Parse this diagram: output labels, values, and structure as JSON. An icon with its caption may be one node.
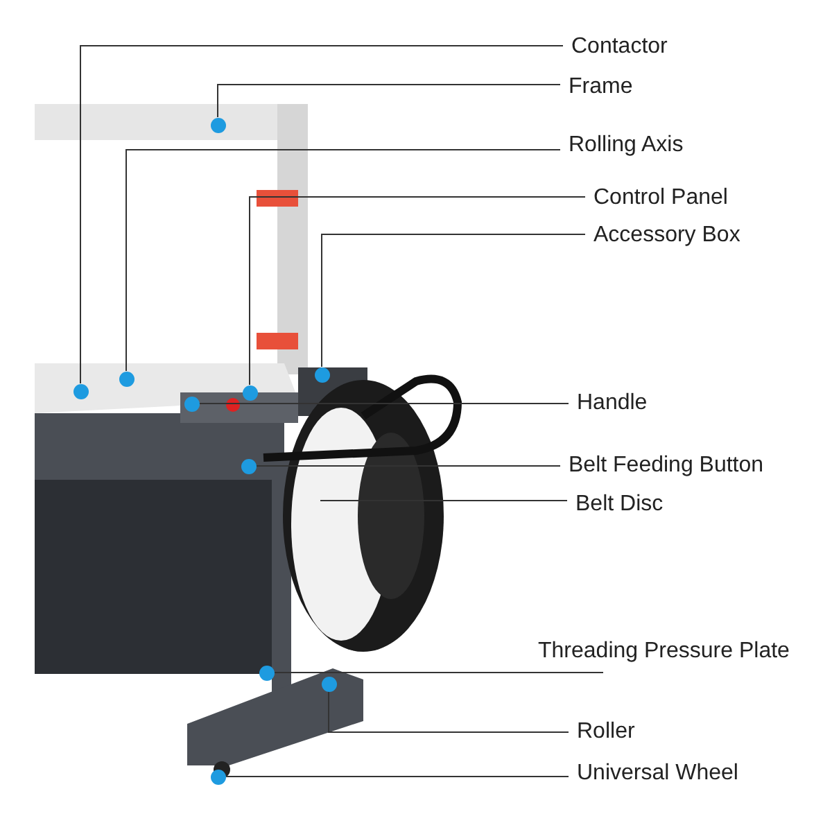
{
  "diagram": {
    "nodes": [
      {
        "text": [
          "Contactor"
        ]
      },
      {
        "text": [
          "Frame"
        ]
      },
      {
        "text": [
          "Rolling Axis"
        ]
      },
      {
        "text": [
          "Control Panel"
        ]
      },
      {
        "text": [
          "Accessory Box"
        ]
      },
      {
        "text": [
          "Handle"
        ]
      },
      {
        "text": [
          "Belt Feeding Button"
        ]
      },
      {
        "text": [
          "Belt Disc"
        ]
      },
      {
        "text": [
          "Threading Pressure Plate"
        ]
      },
      {
        "text": [
          "Roller"
        ]
      },
      {
        "text": [
          "Universal Wheel"
        ]
      },
      {
        "text": [],
        "shape": "circle"
      },
      {
        "text": [],
        "shape": "circle"
      },
      {
        "text": [],
        "shape": "circle"
      },
      {
        "text": [],
        "shape": "circle"
      },
      {
        "text": [],
        "shape": "circle"
      },
      {
        "text": [],
        "shape": "circle"
      },
      {
        "text": [],
        "shape": "circle"
      },
      {
        "text": [],
        "shape": "circle"
      },
      {
        "text": [],
        "shape": "circle"
      },
      {
        "text": [],
        "shape": "circle"
      }
    ],
    "edges": [
      {
        "from": 0,
        "to": 14,
        "arrow": "none"
      },
      {
        "from": 1,
        "to": 11,
        "arrow": "none"
      },
      {
        "from": 2,
        "to": 13,
        "arrow": "none"
      },
      {
        "from": 3,
        "to": 15,
        "arrow": "none"
      },
      {
        "from": 4,
        "to": 12,
        "arrow": "none"
      },
      {
        "from": 5,
        "to": 16,
        "arrow": "none"
      },
      {
        "from": 6,
        "to": 17,
        "arrow": "none"
      },
      {
        "from": 7,
        "to": null,
        "arrow": "none"
      },
      {
        "from": 8,
        "to": 18,
        "arrow": "none"
      },
      {
        "from": 9,
        "to": 19,
        "arrow": "none"
      },
      {
        "from": 10,
        "to": 20,
        "arrow": "none"
      }
    ]
  }
}
